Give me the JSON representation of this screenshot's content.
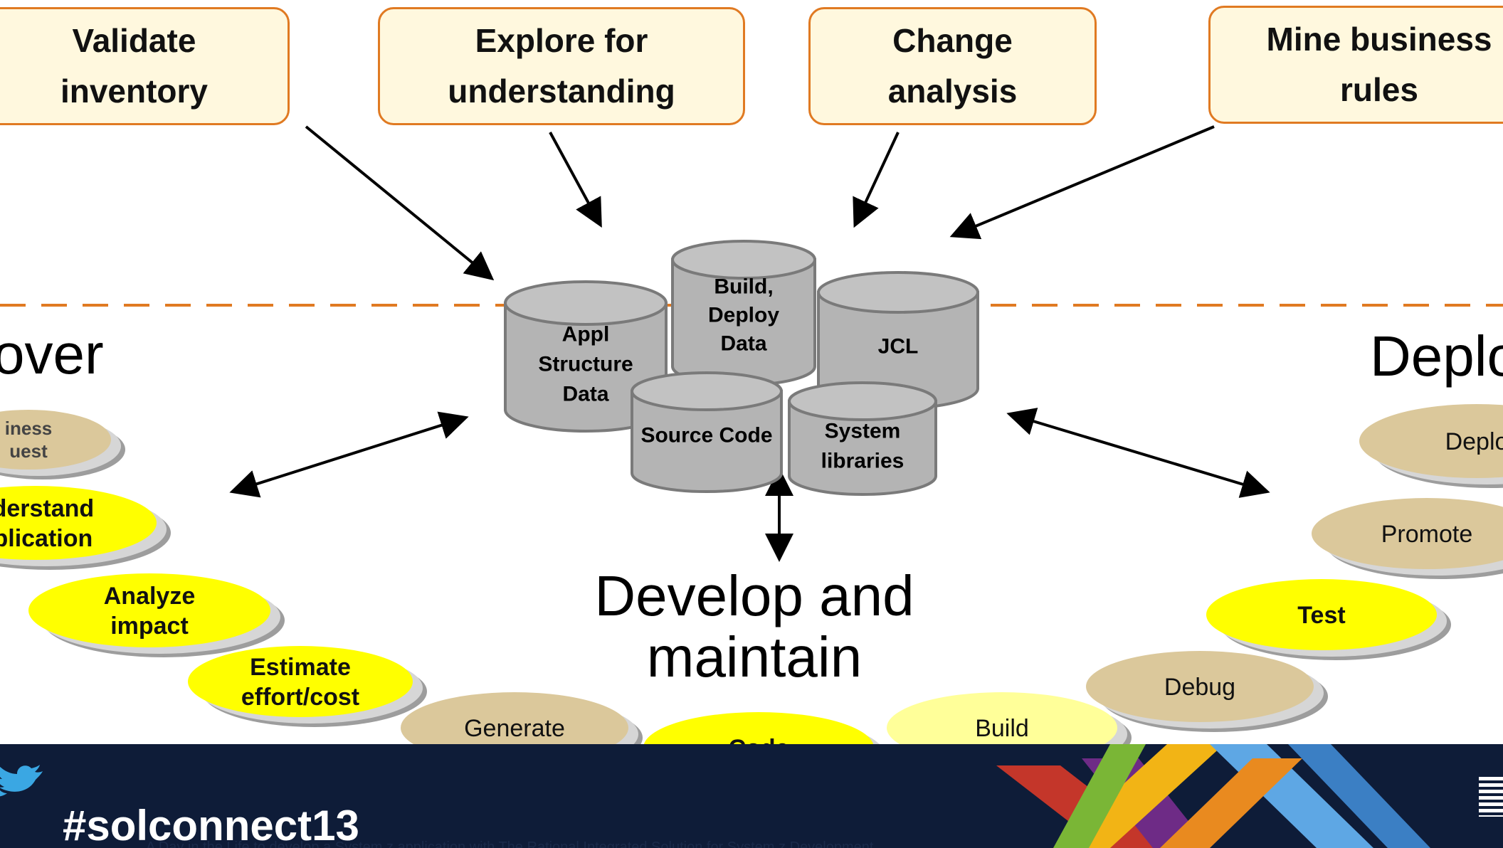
{
  "top_boxes": [
    {
      "id": "validate-inventory",
      "label": "Validate\ninventory"
    },
    {
      "id": "explore-for-understanding",
      "label": "Explore for\nunderstanding"
    },
    {
      "id": "change-analysis",
      "label": "Change\nanalysis"
    },
    {
      "id": "mine-business-rules",
      "label": "Mine business\nrules"
    }
  ],
  "repository": [
    {
      "id": "appl-structure-data",
      "label": [
        "Appl",
        "Structure",
        "Data"
      ]
    },
    {
      "id": "build-deploy-data",
      "label": [
        "Build,",
        "Deploy",
        "Data"
      ]
    },
    {
      "id": "jcl",
      "label": [
        "JCL"
      ]
    },
    {
      "id": "source-code",
      "label": [
        "Source Code"
      ]
    },
    {
      "id": "system-libraries",
      "label": [
        "System",
        "libraries"
      ]
    }
  ],
  "stages": {
    "left": "over",
    "center": "Develop and\nmaintain",
    "right": "Deplo"
  },
  "steps": [
    {
      "id": "business-request",
      "label": [
        "iness",
        "uest"
      ],
      "style": "tan"
    },
    {
      "id": "understand-application",
      "label": [
        "nderstand",
        "pplication"
      ],
      "style": "yellow"
    },
    {
      "id": "analyze-impact",
      "label": [
        "Analyze",
        "impact"
      ],
      "style": "yellow"
    },
    {
      "id": "estimate-effort-cost",
      "label": [
        "Estimate",
        "effort/cost"
      ],
      "style": "yellow"
    },
    {
      "id": "generate",
      "label": [
        "Generate"
      ],
      "style": "tan"
    },
    {
      "id": "code",
      "label": [
        "Code"
      ],
      "style": "yellow"
    },
    {
      "id": "build",
      "label": [
        "Build"
      ],
      "style": "lightyellow"
    },
    {
      "id": "debug",
      "label": [
        "Debug"
      ],
      "style": "tan"
    },
    {
      "id": "test",
      "label": [
        "Test"
      ],
      "style": "yellow"
    },
    {
      "id": "promote",
      "label": [
        "Promote"
      ],
      "style": "tan"
    },
    {
      "id": "deploy",
      "label": [
        "Deplo"
      ],
      "style": "tan"
    }
  ],
  "colors": {
    "box_border": "#e07a22",
    "box_fill": "#fff8de",
    "dashed_line": "#e07a22",
    "cylinder": "#b4b4b4",
    "cylinder_stroke": "#7a7a7a",
    "yellow": "#ffff00",
    "tan": "#dbc89b",
    "lightyellow": "#ffff99",
    "shadow": "#8c8c8c",
    "footer": "#0e1c38"
  },
  "footer": {
    "hashtag": "#solconnect13",
    "caption": "A Day in the Life to develop a System z application with The Rational Integrated Solution for System z Development"
  }
}
